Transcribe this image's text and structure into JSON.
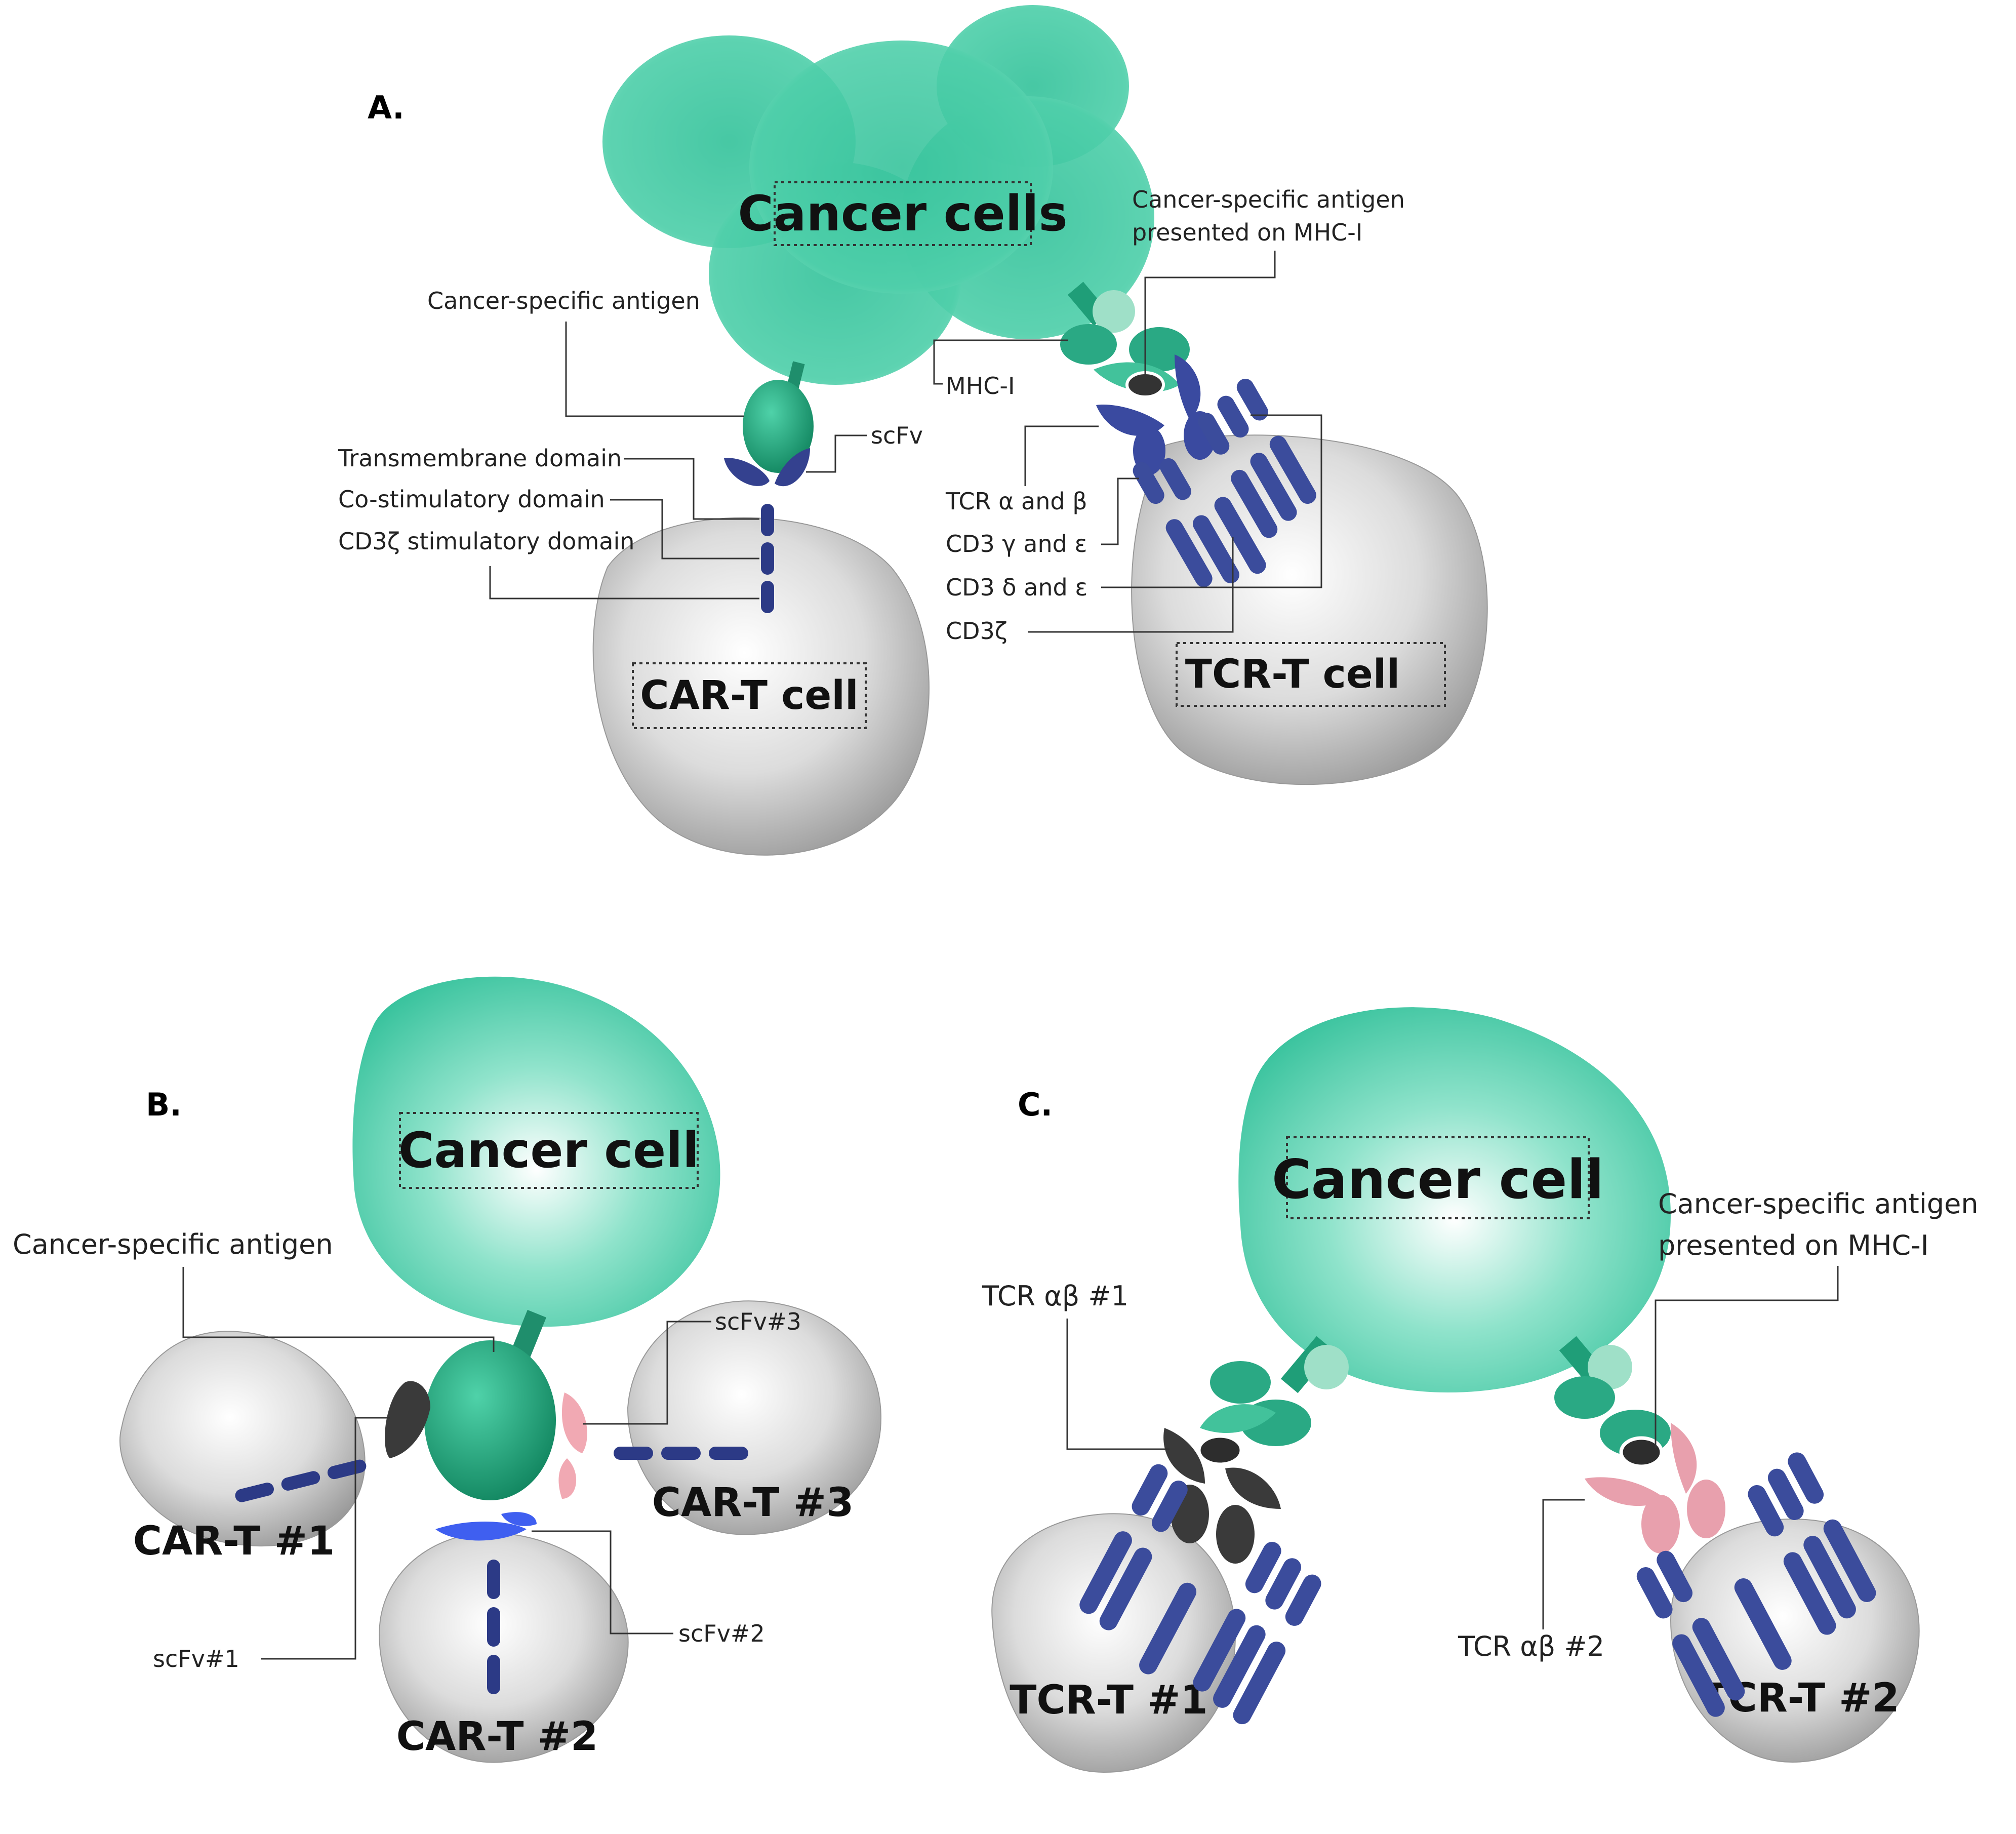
{
  "panels": {
    "a": {
      "letter": "A.",
      "cancer_label": "Cancer cells",
      "car_cell_label": "CAR-T cell",
      "tcr_cell_label": "TCR-T cell",
      "labels": {
        "cancer_antigen": "Cancer-specific antigen",
        "scfv": "scFv",
        "transmembrane": "Transmembrane domain",
        "costim": "Co-stimulatory domain",
        "cd3z_stim": "CD3ζ stimulatory domain",
        "mhc_antigen_line1": "Cancer-specific antigen",
        "mhc_antigen_line2": "presented on MHC-I",
        "mhc": "MHC-I",
        "tcr_ab": "TCR α and β",
        "cd3_ge": "CD3 γ and ε",
        "cd3_de": "CD3 δ and ε",
        "cd3z": "CD3ζ"
      }
    },
    "b": {
      "letter": "B.",
      "cancer_label": "Cancer cell",
      "antigen_label": "Cancer-specific antigen",
      "scfv1": "scFv#1",
      "scfv2": "scFv#2",
      "scfv3": "scFv#3",
      "car1": "CAR-T #1",
      "car2": "CAR-T #2",
      "car3": "CAR-T #3"
    },
    "c": {
      "letter": "C.",
      "cancer_label": "Cancer cell",
      "antigen_line1": "Cancer-specific antigen",
      "antigen_line2": "presented on MHC-I",
      "tcr1_label": "TCR αβ #1",
      "tcr2_label": "TCR αβ #2",
      "tcrt1": "TCR-T #1",
      "tcrt2": "TCR-T #2"
    }
  },
  "colors": {
    "cancer": "#3fc9a4",
    "antigen": "#1f9e78",
    "t_cell": "#d6d6d6",
    "receptor": "#2c3a86",
    "scfv_black": "#333333",
    "scfv_pink": "#f1a9b3",
    "scfv_blue": "#3f5ff0",
    "tcr_pink": "#e8a0ad"
  }
}
